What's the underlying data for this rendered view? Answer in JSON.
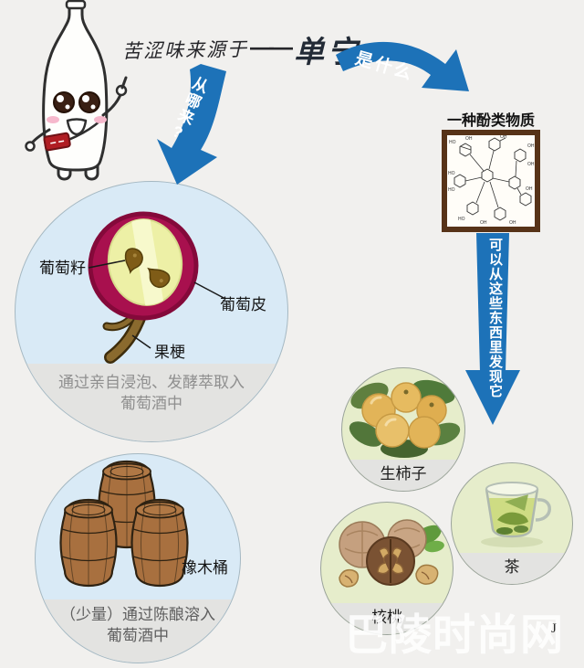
{
  "title": {
    "prefix": "苦涩味来源于",
    "dash": "——",
    "term": "单宁"
  },
  "arrows": {
    "what_is_it": "是什么",
    "where_from": "从哪来?",
    "find_in": "可以从这些东西里发现它"
  },
  "phenolic": {
    "label": "一种酚类物质"
  },
  "chem": {
    "oh": "OH",
    "ho": "HO"
  },
  "grape": {
    "seed_label": "葡萄籽",
    "skin_label": "葡萄皮",
    "stem_label": "果梗",
    "caption1": "通过亲自浸泡、发酵萃取入",
    "caption2": "葡萄酒中"
  },
  "barrel": {
    "label": "橡木桶",
    "caption1": "（少量）通过陈酿溶入",
    "caption2": "葡萄酒中"
  },
  "foods": {
    "persimmon": "生柿子",
    "tea": "茶",
    "walnut": "核桃"
  },
  "watermark": {
    "text": "巴陵时尚网",
    "mark": "J"
  },
  "colors": {
    "arrow_blue": "#1d72b8",
    "circle_blue_bg": "#d9eaf6",
    "food_green_bg": "#e6edcb",
    "band_gray": "#e3e3e1",
    "grape_skin": "#a8104e",
    "grape_flesh": "#edf0a6",
    "barrel_brown": "#a8703f",
    "chem_border_brown": "#573318"
  }
}
